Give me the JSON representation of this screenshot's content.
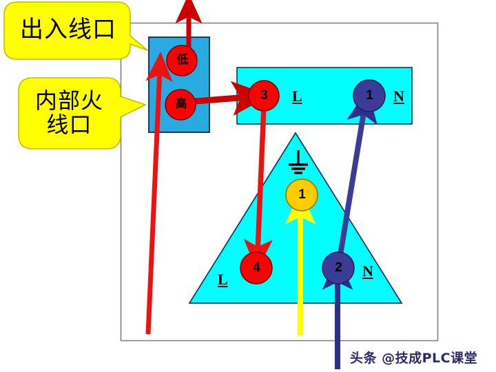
{
  "diagram": {
    "title_watermark": "头条 @技成PLC课堂",
    "callouts": [
      {
        "id": "inlet-outlet",
        "text": "出入线口",
        "fill": "#FFFF00",
        "stroke": "#BFBF00"
      },
      {
        "id": "internal-live-port",
        "text": "内部火\n线口",
        "fill": "#FFFF00",
        "stroke": "#BFBF00"
      }
    ],
    "callout1_line1": "出入线口",
    "callout2_line1": "内部火",
    "callout2_line2": "线口",
    "vertical_box": {
      "name": "socket-box",
      "fill": "#29ABE2",
      "stroke": "#1B3A6B",
      "nodes": [
        {
          "label": "低",
          "color": "#FF0000"
        },
        {
          "label": "高",
          "color": "#FF0000"
        }
      ]
    },
    "horizontal_box": {
      "name": "breaker-box",
      "fill": "#00FFFF",
      "stroke": "#003333",
      "nodes": [
        {
          "label": "3",
          "color": "#FF0000",
          "terminal": "L"
        },
        {
          "label": "1",
          "color": "#3B3B98",
          "terminal": "N"
        }
      ],
      "terminal_L": "L",
      "terminal_N": "N"
    },
    "triangle": {
      "name": "rcd-triangle",
      "fill": "#00FFFF",
      "stroke": "#1B3A6B",
      "ground_symbol": "earth-ground",
      "nodes": [
        {
          "label": "1",
          "color": "#FFCC00"
        },
        {
          "label": "4",
          "color": "#FF0000",
          "terminal": "L"
        },
        {
          "label": "2",
          "color": "#3B3B98",
          "terminal": "N"
        }
      ],
      "terminal_L": "L",
      "terminal_N": "N"
    },
    "arrows": [
      {
        "name": "red-up-out",
        "color": "#CC0000"
      },
      {
        "name": "red-long-in",
        "color": "#EE1111"
      },
      {
        "name": "red-high-to-3",
        "color": "#CC0000"
      },
      {
        "name": "red-3-to-4",
        "color": "#EE1111"
      },
      {
        "name": "yellow-ground-in",
        "color": "#FFFF00"
      },
      {
        "name": "blue-neutral-in",
        "color": "#2E2E8F"
      },
      {
        "name": "blue-2-to-1",
        "color": "#3B3B98"
      }
    ],
    "frame": {
      "name": "panel-frame",
      "stroke": "#808080"
    }
  }
}
